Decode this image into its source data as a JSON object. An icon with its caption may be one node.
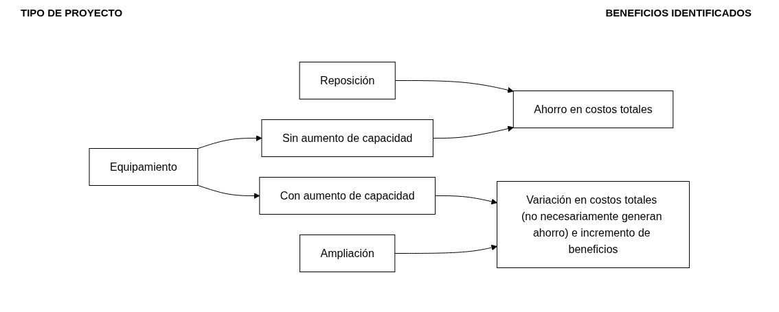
{
  "diagram": {
    "nodes": [
      {
        "text": [
          "Reposición"
        ]
      },
      {
        "text": [
          "Equipamiento"
        ]
      },
      {
        "text": [
          "Ampliación"
        ]
      },
      {
        "text": [
          "Sin aumento de capacidad"
        ]
      },
      {
        "text": [
          "Con aumento de capacidad"
        ]
      },
      {
        "text": [
          "Ahorro en costos totales"
        ]
      },
      {
        "text": [
          "Variación en costos totales (no necesariamente generan ahorro) e incremento de beneficios"
        ]
      }
    ],
    "edges": [
      {
        "from": 0,
        "to": 5,
        "arrow": "to"
      },
      {
        "from": 1,
        "to": 3,
        "arrow": "to"
      },
      {
        "from": 1,
        "to": 4,
        "arrow": "to"
      },
      {
        "from": 3,
        "to": 5,
        "arrow": "to"
      },
      {
        "from": 4,
        "to": 6,
        "arrow": "to"
      },
      {
        "from": 2,
        "to": 6,
        "arrow": "to"
      }
    ],
    "labels": [
      "TIPO DE PROYECTO",
      "BENEFICIOS IDENTIFICADOS"
    ]
  }
}
